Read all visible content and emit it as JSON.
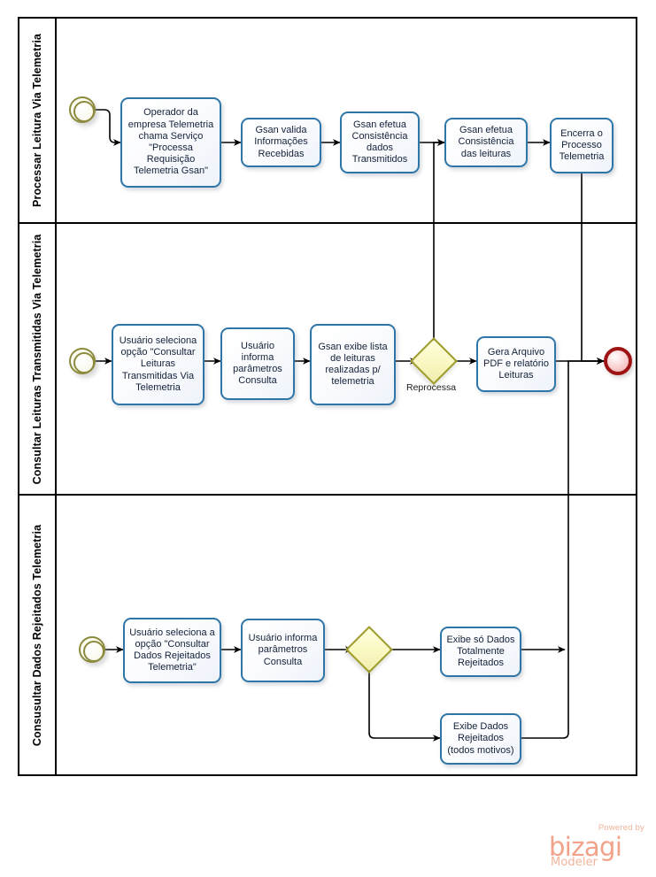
{
  "diagram": {
    "type": "bpmn-process-diagram",
    "tool": "Bizagi Modeler",
    "pool": {
      "lanes": [
        {
          "id": "lane1",
          "label": "Processar Leitura Via Telemetria"
        },
        {
          "id": "lane2",
          "label": "Consultar Leituras Transmitidas Via Telemetria"
        },
        {
          "id": "lane3",
          "label": "Consusultar Dados Rejeitados Telemetria"
        }
      ]
    },
    "colors": {
      "task_border": "#2e75a8",
      "task_fill": "#f4f8fd",
      "start_event": "#8c8a3c",
      "end_event": "#9e1414",
      "gateway_border": "#9e9b29",
      "gateway_fill": "#f7f4b8",
      "lane_border": "#000000",
      "logo": "#f2a288"
    }
  },
  "lane1": {
    "start_event": "start-event",
    "tasks": [
      {
        "id": "t1",
        "label": "Operador da empresa Telemetria chama Serviço \"Processa Requisição Telemetria Gsan\""
      },
      {
        "id": "t2",
        "label": "Gsan valida Informações Recebidas"
      },
      {
        "id": "t3",
        "label": "Gsan efetua Consistência dados Transmitidos"
      },
      {
        "id": "t4",
        "label": "Gsan efetua Consistência das leituras"
      },
      {
        "id": "t5",
        "label": "Encerra o Processo Telemetria"
      }
    ]
  },
  "lane2": {
    "start_event": "start-event",
    "end_event": "end-event",
    "tasks": [
      {
        "id": "t6",
        "label": "Usuário seleciona opção \"Consultar Leituras Transmitidas Via Telemetria"
      },
      {
        "id": "t7",
        "label": "Usuário informa parâmetros Consulta"
      },
      {
        "id": "t8",
        "label": "Gsan exibe lista de leituras realizadas p/ telemetria"
      },
      {
        "id": "t9",
        "label": "Gera Arquivo PDF e relatório Leituras"
      }
    ],
    "gateway": {
      "id": "g1",
      "label": "Reprocessa"
    }
  },
  "lane3": {
    "start_event": "start-event",
    "tasks": [
      {
        "id": "t10",
        "label": "Usuário seleciona a opção \"Consultar Dados Rejeitados Telemetria\""
      },
      {
        "id": "t11",
        "label": "Usuário informa parâmetros Consulta"
      },
      {
        "id": "t12",
        "label": "Exibe só Dados Totalmente Rejeitados"
      },
      {
        "id": "t13",
        "label": "Exibe Dados Rejeitados (todos motivos)"
      }
    ],
    "gateway": {
      "id": "g2",
      "label": ""
    }
  },
  "logo": {
    "powered_by": "Powered by",
    "brand": "bizagi",
    "product": "Modeler"
  }
}
